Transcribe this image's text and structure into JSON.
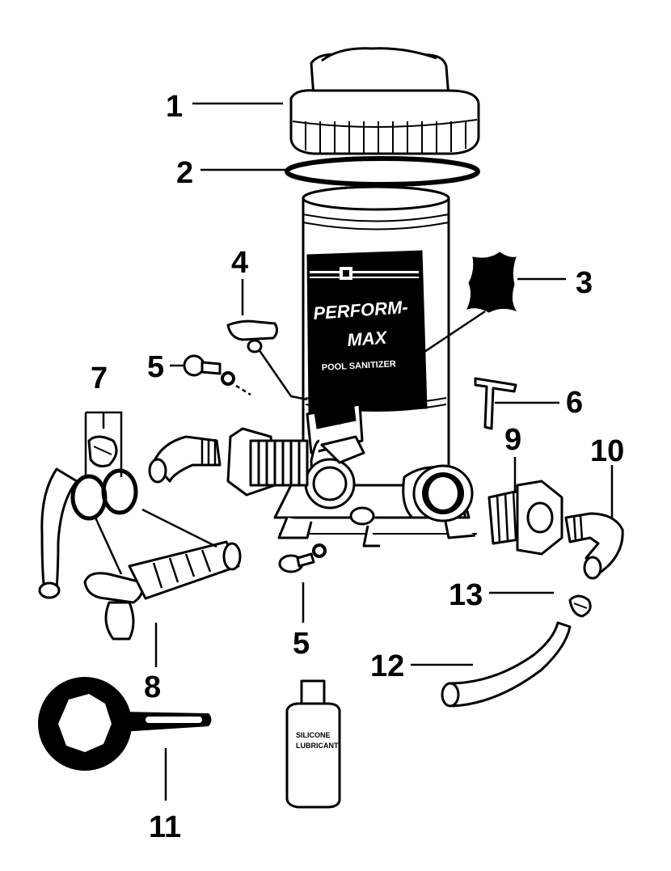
{
  "callouts": {
    "c1": "1",
    "c2": "2",
    "c3": "3",
    "c4": "4",
    "c5a": "5",
    "c5b": "5",
    "c6": "6",
    "c7": "7",
    "c8": "8",
    "c9": "9",
    "c10": "10",
    "c11": "11",
    "c12": "12",
    "c13": "13"
  },
  "canister_label": {
    "brand_line1": "PERFORM-",
    "brand_line2": "MAX",
    "product": "POOL SANITIZER"
  },
  "bottle_label": {
    "line1": "SILICONE",
    "line2": "LUBRICANT"
  },
  "colors": {
    "ink": "#000000",
    "background": "#ffffff"
  }
}
